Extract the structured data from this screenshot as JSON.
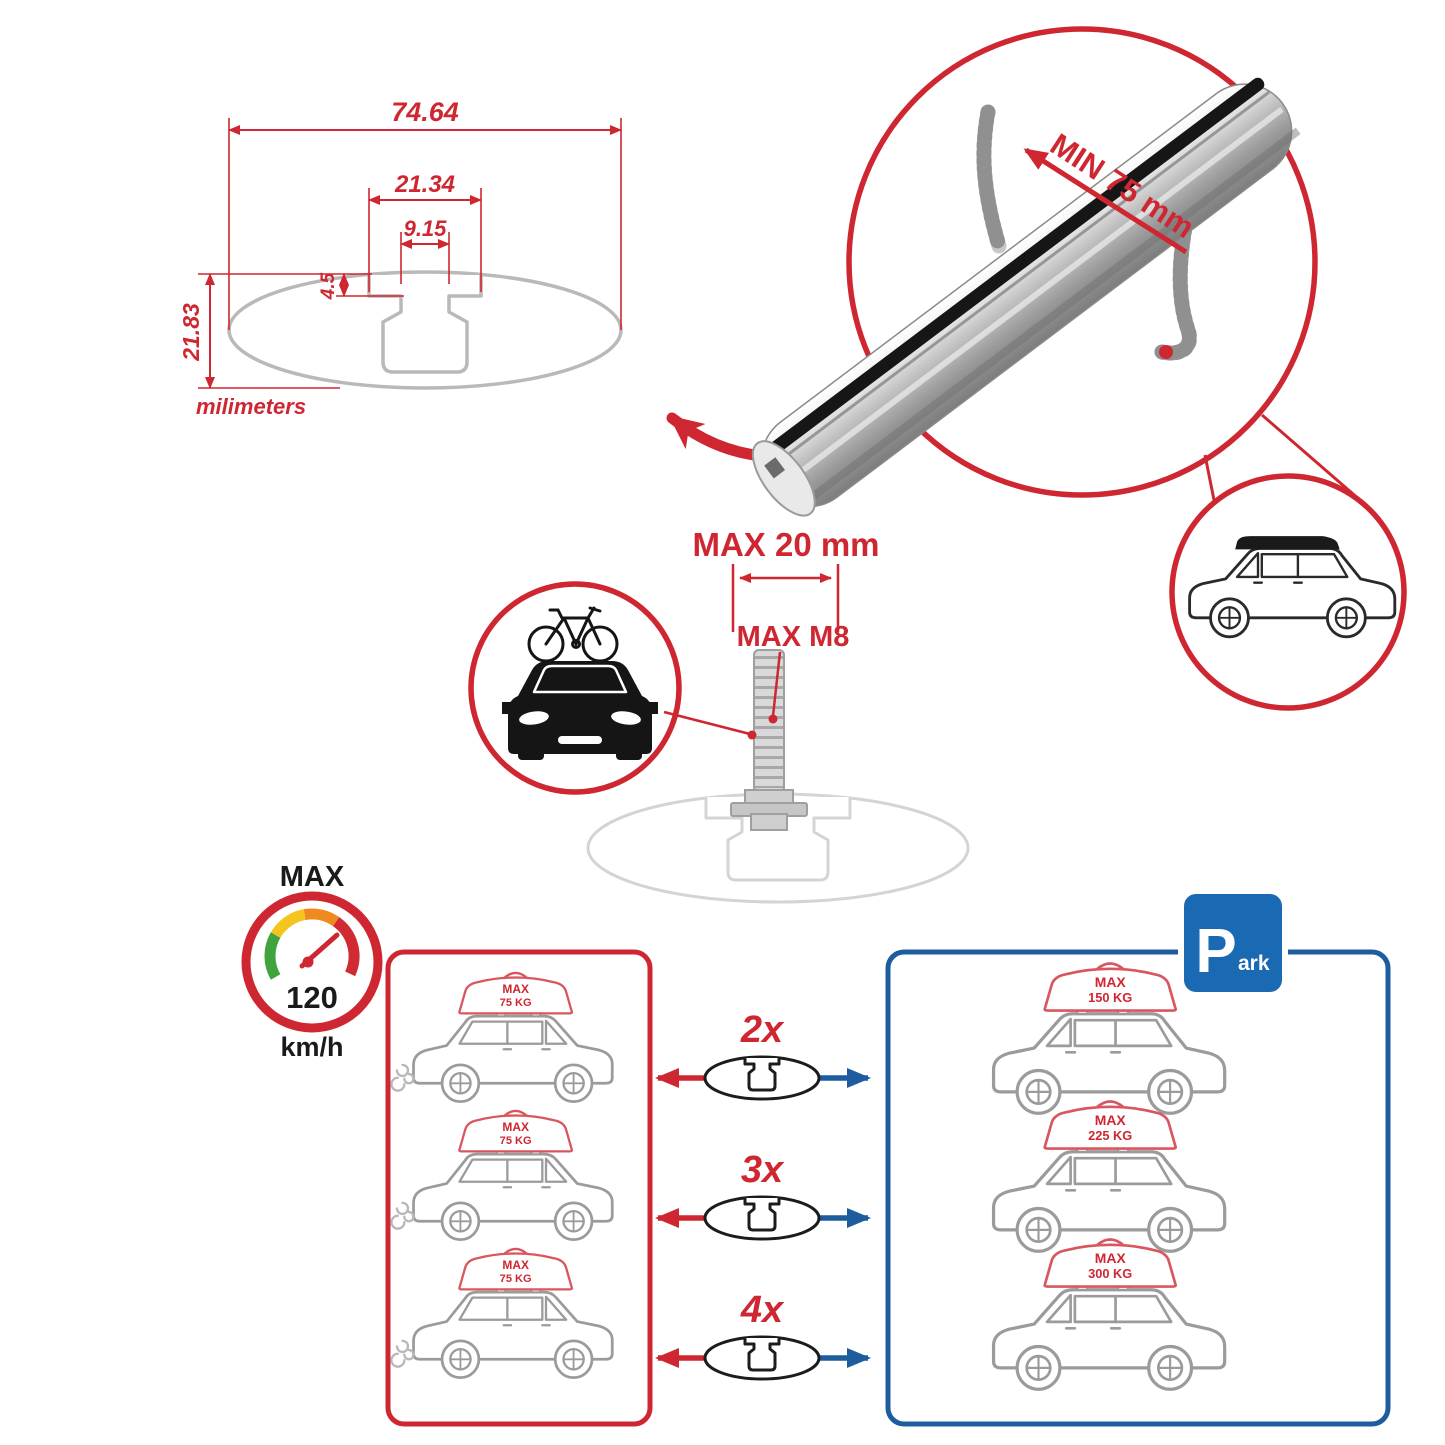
{
  "colors": {
    "accent_red": "#cf2731",
    "accent_blue": "#1d5c9e",
    "park_blue": "#1a6ab3",
    "metal_gray": "#b9b9b9",
    "black": "#1a1a1a"
  },
  "cross_section": {
    "width_total": "74.64",
    "width_outer_slot": "21.34",
    "width_inner_slot": "9.15",
    "step_depth": "4.5",
    "height_total": "21.83",
    "units": "milimeters"
  },
  "clamp_detail": {
    "min_grip": "MIN 75 mm"
  },
  "bolt_detail": {
    "max_length": "MAX 20 mm",
    "max_thread": "MAX M8"
  },
  "speed_limit": {
    "label": "MAX",
    "value": "120",
    "unit": "km/h"
  },
  "driving_panel": {
    "cars": [
      {
        "load_label": "MAX",
        "load_value": "75 KG"
      },
      {
        "load_label": "MAX",
        "load_value": "75 KG"
      },
      {
        "load_label": "MAX",
        "load_value": "75 KG"
      }
    ]
  },
  "bar_counts": [
    {
      "count": "2x"
    },
    {
      "count": "3x"
    },
    {
      "count": "4x"
    }
  ],
  "parked_panel": {
    "sign": {
      "letter": "P",
      "suffix": "ark"
    },
    "cars": [
      {
        "load_label": "MAX",
        "load_value": "150 KG"
      },
      {
        "load_label": "MAX",
        "load_value": "225 KG"
      },
      {
        "load_label": "MAX",
        "load_value": "300 KG"
      }
    ]
  }
}
